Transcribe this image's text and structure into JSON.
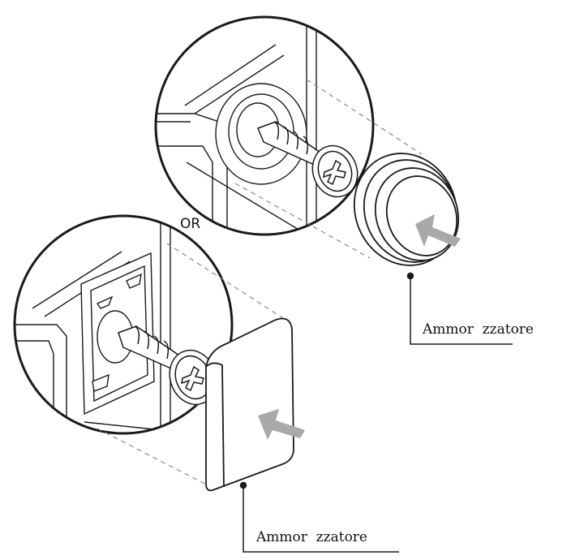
{
  "labels": {
    "or": "OR",
    "bumper_round": "Ammor  zzatore",
    "bumper_cap": "Ammor  zzatore"
  },
  "colors": {
    "line": "#1a1a1a",
    "arrow": "#a9a9a9",
    "background": "#ffffff"
  },
  "icons": {
    "round_bumper": "round-bumper-icon",
    "cap_bumper": "cap-bumper-icon",
    "screw": "screw-icon",
    "push_arrow": "push-arrow-icon"
  }
}
